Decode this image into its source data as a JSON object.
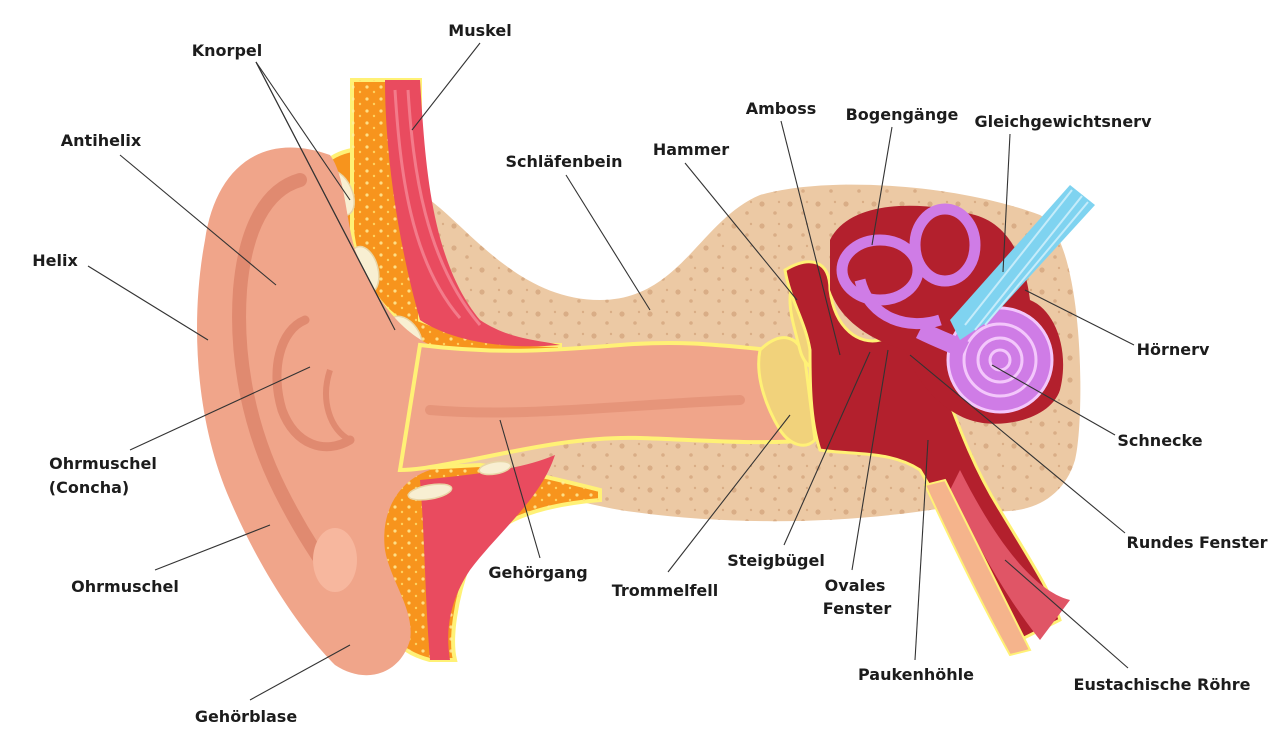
{
  "labels": {
    "muskel": "Muskel",
    "knorpel": "Knorpel",
    "antihelix": "Antihelix",
    "helix": "Helix",
    "concha_line1": "Ohrmuschel",
    "concha_line2": "(Concha)",
    "ohrmuschel": "Ohrmuschel",
    "gehoerblase": "Gehörblase",
    "schlaefenbein": "Schläfenbein",
    "hammer": "Hammer",
    "amboss": "Amboss",
    "bogengaenge": "Bogengänge",
    "gleichgewichtsnerv": "Gleichgewichtsnerv",
    "hoernerv": "Hörnerv",
    "schnecke": "Schnecke",
    "rundes_fenster": "Rundes Fenster",
    "eustachische_roehre": "Eustachische Röhre",
    "paukenhoehle": "Paukenhöhle",
    "ovales_line1": "Ovales",
    "ovales_line2": "Fenster",
    "steigbuegel": "Steigbügel",
    "trommelfell": "Trommelfell",
    "gehoergang": "Gehörgang"
  },
  "colors": {
    "skin": "#f0a58a",
    "skin_dark": "#e08a70",
    "bone": "#ecc9a4",
    "cartilage": "#f7941d",
    "muscle": "#e94b5f",
    "outline": "#fff176",
    "cavity": "#b3202d",
    "labyrinth": "#cf7ce6",
    "nerve": "#7fd3f0"
  }
}
